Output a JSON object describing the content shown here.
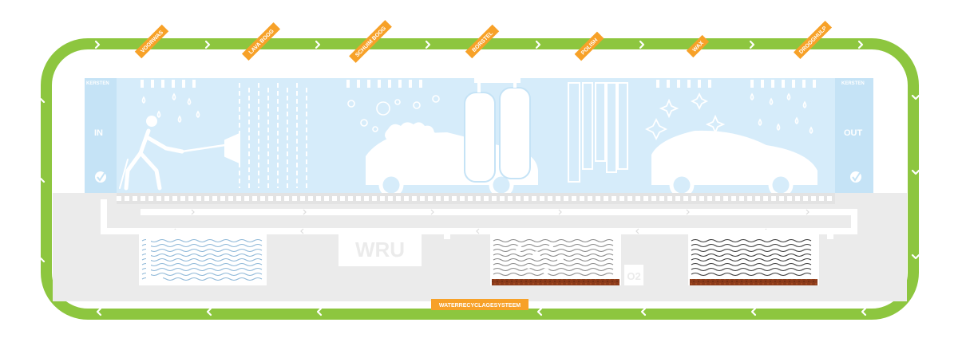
{
  "stations": [
    {
      "label": "VOORWAS"
    },
    {
      "label": "LAVA BOOG"
    },
    {
      "label": "SCHUIM BOOG"
    },
    {
      "label": "BORSTEL"
    },
    {
      "label": "POLISH"
    },
    {
      "label": "WAX"
    },
    {
      "label": "DROOGHULP"
    }
  ],
  "entry_label": "IN",
  "exit_label": "OUT",
  "brand_left": "KERSTEN",
  "brand_right": "KERSTEN",
  "wru_label": "WRU",
  "oxygen_label": "O2",
  "water_recycling_label": "WATERRECYCLAGESYSTEEM",
  "colors": {
    "track_green": "#8dc63f",
    "tag_orange": "#f7a128",
    "wash_blue": "#c5e3f6",
    "floor_gray": "#ebebeb",
    "wave_blue": "#8fb8d8",
    "wave_gray": "#8a8a8a",
    "wave_dark": "#3c3c3c",
    "sludge_brown": "#8b3a1a"
  }
}
